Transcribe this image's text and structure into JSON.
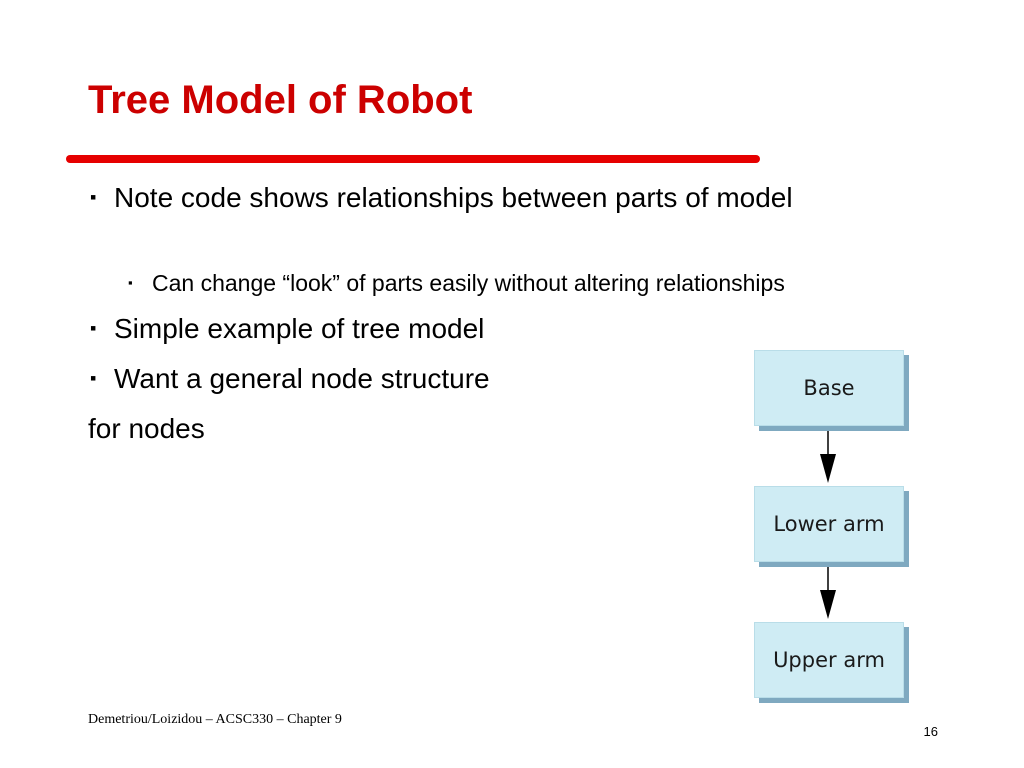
{
  "slide": {
    "title": "Tree Model of Robot",
    "bullets": [
      {
        "mark": "▪",
        "text": "Note code shows relationships between parts of model"
      },
      {
        "mark": "▪",
        "text": "Simple example of tree model"
      },
      {
        "mark": "▪",
        "text": "Want a general node structure"
      }
    ],
    "sub_bullet": {
      "mark": "▪",
      "text": "Can change “look” of parts easily without altering relationships"
    },
    "continuation": "for nodes",
    "footer": "Demetriou/Loizidou – ACSC330 – Chapter 9",
    "page_number": "16"
  },
  "diagram": {
    "nodes": [
      "Base",
      "Lower arm",
      "Upper arm"
    ]
  },
  "colors": {
    "title": "#cc0000",
    "rule": "#e60000",
    "node_fill": "#cfecf4",
    "node_shadow": "#7fa9c0"
  }
}
